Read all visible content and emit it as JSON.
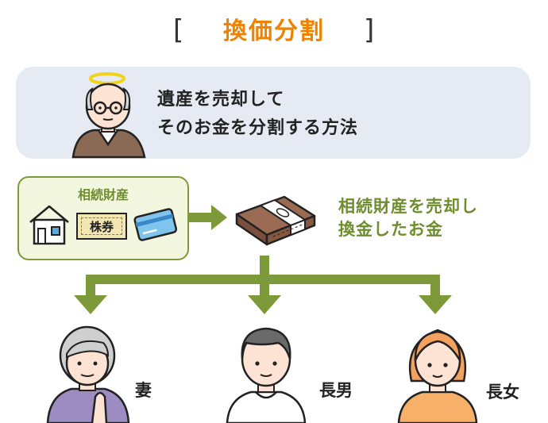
{
  "title": "換価分割",
  "brackets": {
    "open": "[",
    "close": "]"
  },
  "deceased": {
    "lines": [
      "遺産を売却して",
      "そのお金を分割する方法"
    ]
  },
  "assets": {
    "label": "相続財産",
    "stock_label": "株券"
  },
  "result": {
    "lines": [
      "相続財産を売却し",
      "換金したお金"
    ]
  },
  "heirs": [
    {
      "label": "妻"
    },
    {
      "label": "長男"
    },
    {
      "label": "長女"
    }
  ],
  "colors": {
    "title": "#ef8200",
    "accent_green": "#7d9a3a",
    "info_box": "#e6ebf3",
    "assets_box": "#f4f7df"
  }
}
